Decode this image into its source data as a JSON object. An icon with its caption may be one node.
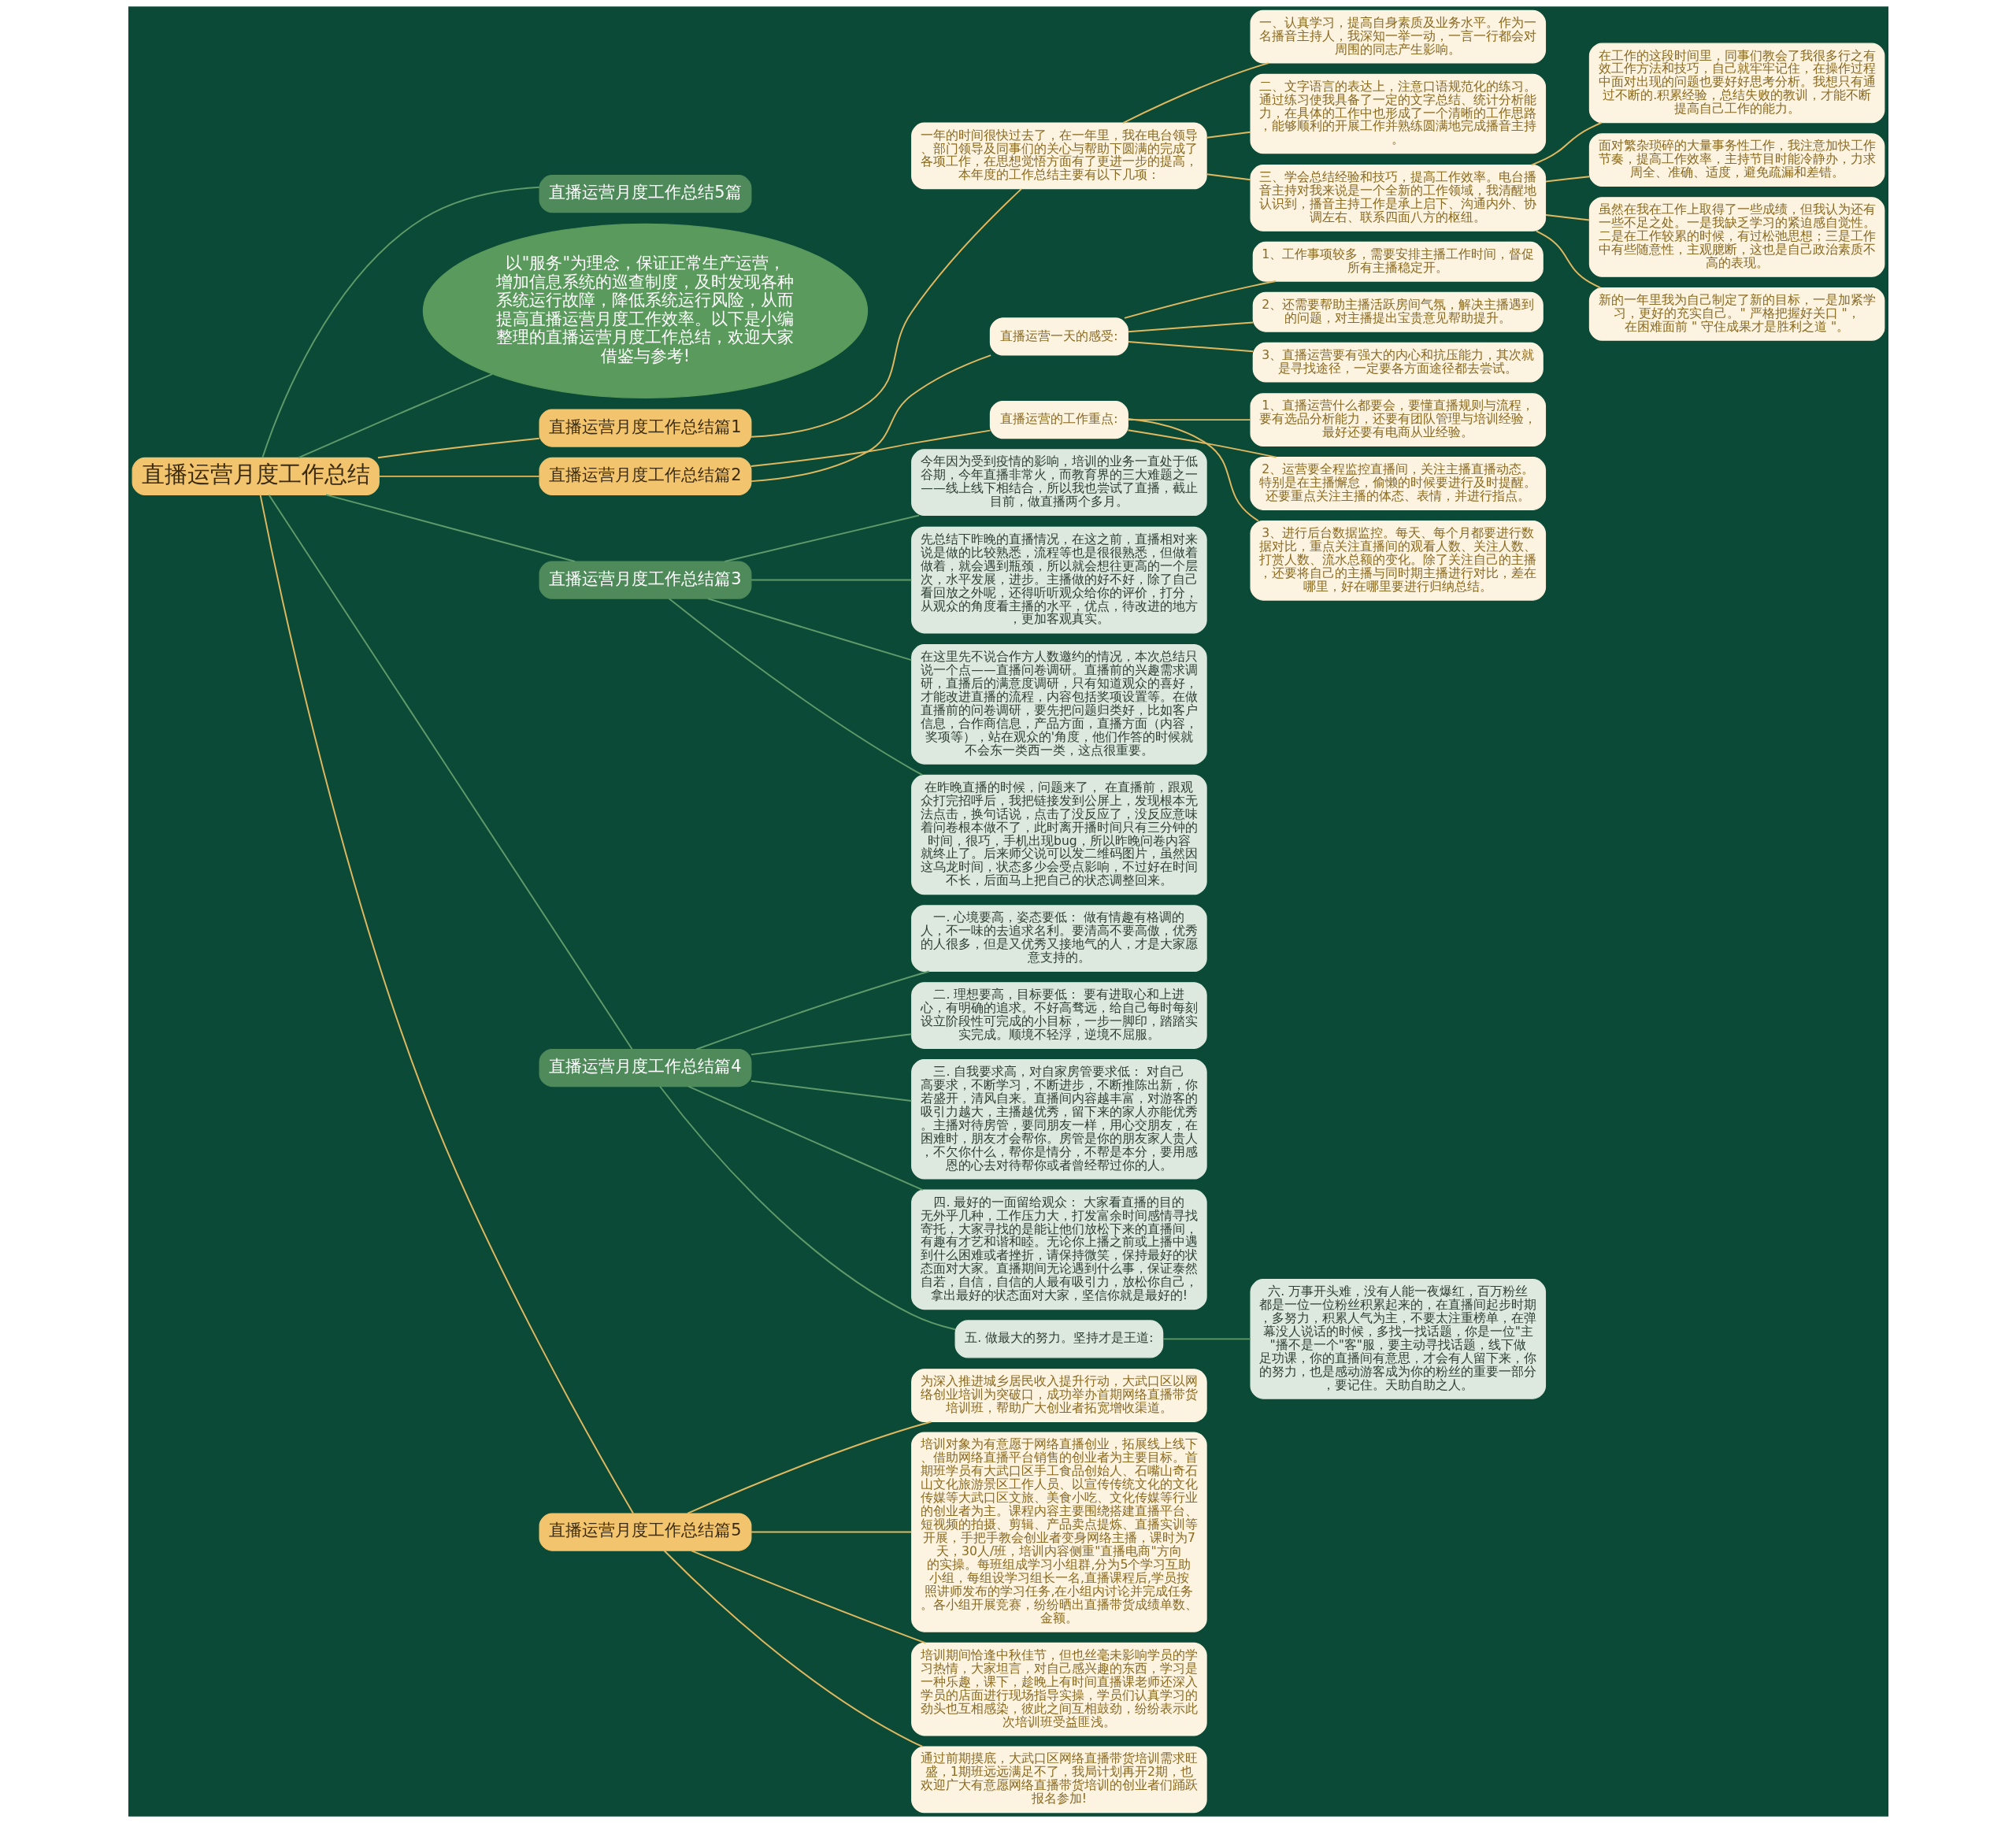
{
  "diagram": {
    "nodes": [
      {
        "text": [
          "直播运营月度工作总结"
        ]
      },
      {
        "text": [
          "直播运营月度工作总结5篇"
        ]
      },
      {
        "text": [
          "以\"服务\"为理念，保证正常生产运营，增加信息系统的巡查制度，及时发现各种系统运行故障，降低系统运行风险，从而提高直播运营月度工作效率。以下是小编整理的直播运营月度工作总结，欢迎大家借鉴与参考!"
        ]
      },
      {
        "text": [
          "直播运营月度工作总结篇1"
        ]
      },
      {
        "text": [
          "一年的时间很快过去了，在一年里，我在电台领导、部门领导及同事们的关心与帮助下圆满的完成了各项工作，在思想觉悟方面有了更进一步的提高，本年度的工作总结主要有以下几项："
        ]
      },
      {
        "text": [
          "一、认真学习，提高自身素质及业务水平。作为一名播音主持人，我深知一举一动，一言一行都会对周围的同志产生影响。"
        ]
      },
      {
        "text": [
          "二、文字语言的表达上，注意口语规范化的练习。通过练习使我具备了一定的文字总结、统计分析能力，在具体的工作中也形成了一个清晰的工作思路，能够顺利的开展工作并熟练圆满地完成播音主持。"
        ]
      },
      {
        "text": [
          "三、学会总结经验和技巧，提高工作效率。电台播音主持对我来说是一个全新的工作领域，我清醒地认识到，播音主持工作是承上启下、沟通内外、协调左右、联系四面八方的枢纽。"
        ]
      },
      {
        "text": [
          "在工作的这段时间里，同事们教会了我很多行之有效工作方法和技巧，自己就牢牢记住，在操作过程中面对出现的问题也要好好思考分析。我想只有通过不断的.积累经验，总结失败的教训，才能不断提高自己工作的能力。"
        ]
      },
      {
        "text": [
          "面对繁杂琐碎的大量事务性工作，我注意加快工作节奏，提高工作效率，主持节目时能冷静办，力求周全、准确、适度，避免疏漏和差错。"
        ]
      },
      {
        "text": [
          "虽然在我在工作上取得了一些成绩，但我认为还有一些不足之处。一是我缺乏学习的紧迫感自觉性。二是在工作较累的时候，有过松弛思想；三是工作中有些随意性，主观臆断，这也是自己政治素质不高的表现。"
        ]
      },
      {
        "text": [
          "新的一年里我为自己制定了新的目标，一是加紧学习，更好的充实自己。\" 严格把握好关口 \"，在困难面前 \" 守住成果才是胜利之道 \"。"
        ]
      },
      {
        "text": [
          "直播运营月度工作总结篇2"
        ]
      },
      {
        "text": [
          "直播运营一天的感受:"
        ]
      },
      {
        "text": [
          "1、工作事项较多，需要安排主播工作时间，督促所有主播稳定开。"
        ]
      },
      {
        "text": [
          "2、还需要帮助主播活跃房间气氛，解决主播遇到的问题，对主播提出宝贵意见帮助提升。"
        ]
      },
      {
        "text": [
          "3、直播运营要有强大的内心和抗压能力，其次就是寻找途径，一定要各方面途径都去尝试。"
        ]
      },
      {
        "text": [
          "直播运营的工作重点:"
        ]
      },
      {
        "text": [
          "1、直播运营什么都要会，要懂直播规则与流程，要有选品分析能力，还要有团队管理与培训经验，最好还要有电商从业经验。"
        ]
      },
      {
        "text": [
          "2、运营要全程监控直播间，关注主播直播动态。特别是在主播懈怠，偷懒的时候要进行及时提醒。还要重点关注主播的体态、表情，并进行指点。"
        ]
      },
      {
        "text": [
          "3、进行后台数据监控。每天、每个月都要进行数据对比，重点关注直播间的观看人数、关注人数、打赏人数、流水总额的变化。除了关注自己的主播，还要将自己的主播与同时期主播进行对比，差在哪里，好在哪里要进行归纳总结。"
        ]
      },
      {
        "text": [
          "直播运营月度工作总结篇3"
        ]
      },
      {
        "text": [
          "今年因为受到疫情的影响，培训的业务一直处于低谷期，今年直播非常火，而教育界的三大难题之一——线上线下相结合，所以我也尝试了直播，截止目前，做直播两个多月。"
        ]
      },
      {
        "text": [
          "先总结下昨晚的直播情况，在这之前，直播相对来说是做的比较熟悉，流程等也是很很熟悉，但做着做着，就会遇到瓶颈，所以就会想往更高的一个层次，水平发展，进步。主播做的好不好，除了自己看回放之外呢，还得听听观众给你的评价，打分，从观众的角度看主播的水平，优点，待改进的地方，更加客观真实。"
        ]
      },
      {
        "text": [
          "在这里先不说合作方人数邀约的情况，本次总结只说一个点——直播问卷调研。直播前的兴趣需求调研，直播后的满意度调研，只有知道观众的喜好，才能改进直播的流程，内容包括奖项设置等。在做直播前的问卷调研，要先把问题归类好，比如客户信息，合作商信息，产品方面，直播方面（内容，奖项等），站在观众的'角度，他们作答的时候就不会东一类西一类，这点很重要。"
        ]
      },
      {
        "text": [
          "在昨晚直播的时候，问题来了， 在直播前，跟观众打完招呼后，我把链接发到公屏上，发现根本无法点击，换句话说，点击了没反应了，没反应意味着问卷根本做不了，此时离开播时间只有三分钟的时间，很巧，手机出现bug，所以昨晚问卷内容就终止了。后来师父说可以发二维码图片，虽然因这乌龙时间，状态多少会受点影响，不过好在时间不长，后面马上把自己的状态调整回来。"
        ]
      },
      {
        "text": [
          "直播运营月度工作总结篇4"
        ]
      },
      {
        "text": [
          "一. 心境要高，姿态要低： 做有情趣有格调的人，不一味的去追求名利。要清高不要高傲，优秀的人很多，但是又优秀又接地气的人，才是大家愿意支持的。"
        ]
      },
      {
        "text": [
          "二. 理想要高，目标要低： 要有进取心和上进心，有明确的追求。不好高骛远，给自己每时每刻设立阶段性可完成的小目标，一步一脚印，踏踏实实完成。顺境不轻浮，逆境不屈服。"
        ]
      },
      {
        "text": [
          "三. 自我要求高，对自家房管要求低： 对自己高要求，不断学习，不断进步，不断推陈出新，你若盛开，清风自来。直播间内容越丰富，对游客的吸引力越大，主播越优秀，留下来的家人亦能优秀。主播对待房管，要同朋友一样，用心交朋友，在困难时，朋友才会帮你。房管是你的朋友家人贵人，不欠你什么，帮你是情分，不帮是本分，要用感恩的心去对待帮你或者曾经帮过你的人。"
        ]
      },
      {
        "text": [
          "四. 最好的一面留给观众： 大家看直播的目的无外乎几种，工作压力大，打发富余时间感情寻找寄托，大家寻找的是能让他们放松下来的直播间，有趣有才艺和谐和睦。无论你上播之前或上播中遇到什么困难或者挫折，请保持微笑，保持最好的状态面对大家。直播期间无论遇到什么事，保证泰然自若，自信，自信的人最有吸引力，放松你自己，拿出最好的状态面对大家，坚信你就是最好的!"
        ]
      },
      {
        "text": [
          "五. 做最大的努力。坚持才是王道:"
        ]
      },
      {
        "text": [
          "六. 万事开头难，没有人能一夜爆红，百万粉丝都是一位一位粉丝积累起来的，在直播间起步时期，多努力，积累人气为主，不要太注重榜单，在弹幕没人说话的时候，多找一找话题，你是一位\"主\"播不是一个\"客\"服，要主动寻找话题，线下做足功课，你的直播间有意思，才会有人留下来，你的努力，也是感动游客成为你的粉丝的重要一部分，要记住。天助自助之人。"
        ]
      },
      {
        "text": [
          "直播运营月度工作总结篇5"
        ]
      },
      {
        "text": [
          "为深入推进城乡居民收入提升行动，大武口区以网络创业培训为突破口，成功举办首期网络直播带货培训班，帮助广大创业者拓宽增收渠道。"
        ]
      },
      {
        "text": [
          "培训对象为有意愿于网络直播创业，拓展线上线下、借助网络直播平台销售的创业者为主要目标。首期班学员有大武口区手工食品创始人、石嘴山奇石山文化旅游景区工作人员、以宣传传统文化的文化传媒等大武口区文旅、美食小吃、文化传媒等行业的创业者为主。课程内容主要围绕搭建直播平台、短视频的拍摄、剪辑、产品卖点提炼、直播实训等开展，手把手教会创业者变身网络主播，课时为7天，30人/班，培训内容侧重\"直播电商\"方向的实操。每班组成学习小组群,分为5个学习互助小组，每组设学习组长一名,直播课程后,学员按照讲师发布的学习任务,在小组内讨论并完成任务。各小组开展竞赛，纷纷晒出直播带货成绩单数、金额。"
        ]
      },
      {
        "text": [
          "培训期间恰逢中秋佳节，但也丝毫未影响学员的学习热情，大家坦言，对自己感兴趣的东西，学习是一种乐趣，课下，趁晚上有时间直播课老师还深入学员的店面进行现场指导实操，学员们认真学习的劲头也互相感染，彼此之间互相鼓劲，纷纷表示此次培训班受益匪浅。"
        ]
      },
      {
        "text": [
          "通过前期摸底，大武口区网络直播带货培训需求旺盛，1期班远远满足不了，我局计划再开2期，也欢迎广大有意愿网络直播带货培训的创业者们踊跃报名参加!"
        ]
      }
    ],
    "edges": [
      {
        "from": 0,
        "to": 1,
        "arrow": "none",
        "color": "#5e9a6a"
      },
      {
        "from": 0,
        "to": 2,
        "arrow": "none",
        "color": "#5e9a6a"
      },
      {
        "from": 0,
        "to": 3,
        "arrow": "none"
      },
      {
        "from": 3,
        "to": 4,
        "arrow": "none"
      },
      {
        "from": 4,
        "to": 5,
        "arrow": "none"
      },
      {
        "from": 4,
        "to": 6,
        "arrow": "none"
      },
      {
        "from": 4,
        "to": 7,
        "arrow": "none"
      },
      {
        "from": 7,
        "to": 8,
        "arrow": "none"
      },
      {
        "from": 7,
        "to": 9,
        "arrow": "none"
      },
      {
        "from": 7,
        "to": 10,
        "arrow": "none"
      },
      {
        "from": 7,
        "to": 11,
        "arrow": "none"
      },
      {
        "from": 0,
        "to": 12,
        "arrow": "none"
      },
      {
        "from": 12,
        "to": 13,
        "arrow": "none"
      },
      {
        "from": 13,
        "to": 14,
        "arrow": "none"
      },
      {
        "from": 13,
        "to": 15,
        "arrow": "none"
      },
      {
        "from": 13,
        "to": 16,
        "arrow": "none"
      },
      {
        "from": 12,
        "to": 17,
        "arrow": "none"
      },
      {
        "from": 17,
        "to": 18,
        "arrow": "none"
      },
      {
        "from": 17,
        "to": 19,
        "arrow": "none"
      },
      {
        "from": 17,
        "to": 20,
        "arrow": "none"
      },
      {
        "from": 0,
        "to": 21,
        "arrow": "none",
        "color": "#5e9a6a"
      },
      {
        "from": 21,
        "to": 22,
        "arrow": "none",
        "color": "#5e9a6a"
      },
      {
        "from": 21,
        "to": 23,
        "arrow": "none",
        "color": "#5e9a6a"
      },
      {
        "from": 21,
        "to": 24,
        "arrow": "none",
        "color": "#5e9a6a"
      },
      {
        "from": 21,
        "to": 25,
        "arrow": "none",
        "color": "#5e9a6a"
      },
      {
        "from": 0,
        "to": 26,
        "arrow": "none",
        "color": "#5e9a6a"
      },
      {
        "from": 26,
        "to": 27,
        "arrow": "none",
        "color": "#5e9a6a"
      },
      {
        "from": 26,
        "to": 28,
        "arrow": "none",
        "color": "#5e9a6a"
      },
      {
        "from": 26,
        "to": 29,
        "arrow": "none",
        "color": "#5e9a6a"
      },
      {
        "from": 26,
        "to": 30,
        "arrow": "none",
        "color": "#5e9a6a"
      },
      {
        "from": 26,
        "to": 31,
        "arrow": "none",
        "color": "#5e9a6a"
      },
      {
        "from": 31,
        "to": 32,
        "arrow": "none",
        "color": "#5e9a6a"
      },
      {
        "from": 0,
        "to": 33,
        "arrow": "none"
      },
      {
        "from": 33,
        "to": 34,
        "arrow": "none"
      },
      {
        "from": 33,
        "to": 35,
        "arrow": "none"
      },
      {
        "from": 33,
        "to": 36,
        "arrow": "none"
      },
      {
        "from": 33,
        "to": 37,
        "arrow": "none"
      }
    ]
  }
}
